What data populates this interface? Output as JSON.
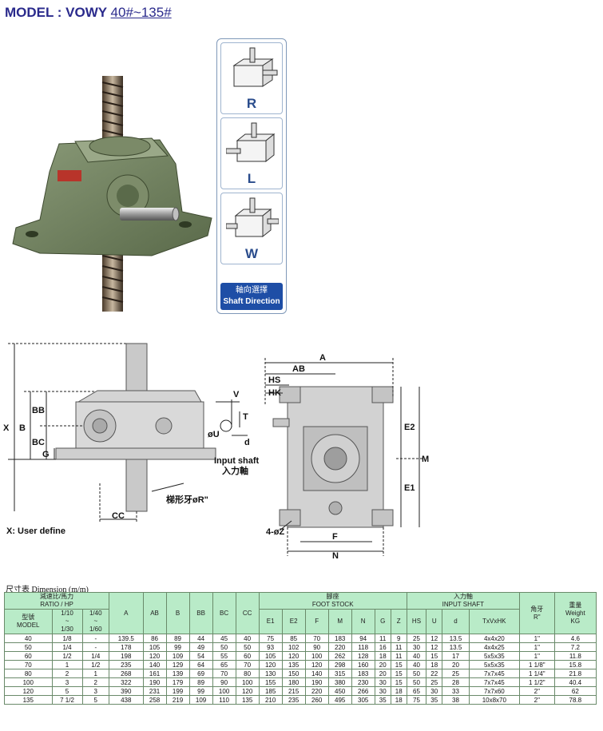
{
  "title": {
    "prefix": "MODEL : VOWY ",
    "range": "40#~135#"
  },
  "shaft_direction": {
    "options": [
      "R",
      "L",
      "W"
    ],
    "footer_cn": "軸向選擇",
    "footer_en": "Shaft Direction"
  },
  "drawing_left": {
    "labels": {
      "X": "X",
      "B": "B",
      "BB": "BB",
      "BC": "BC",
      "G": "G",
      "V": "V",
      "T": "T",
      "U": "øU",
      "d": "d",
      "CC": "CC"
    },
    "input_shaft_en": "Input shaft",
    "input_shaft_cn": "入力軸",
    "trapezoid": "梯形牙øR\"",
    "user_define": "X: User define"
  },
  "drawing_right": {
    "labels": {
      "A": "A",
      "AB": "AB",
      "HS": "HS",
      "HK": "HK",
      "E2": "E2",
      "E1": "E1",
      "M": "M",
      "F": "F",
      "N": "N"
    },
    "hole": "4-øZ"
  },
  "table": {
    "caption": "尺寸表 Dimension (m/m)",
    "header": {
      "ratio_cn": "減速比/馬力",
      "ratio_en": "RATIO  /  HP",
      "model_cn": "型號",
      "model_en": "MODEL",
      "r1_top": "1/10",
      "r1_mid": "~",
      "r1_bot": "1/30",
      "r2_top": "1/40",
      "r2_mid": "~",
      "r2_bot": "1/60",
      "foot_cn": "腳座",
      "foot_en": "FOOT STOCK",
      "input_cn": "入力軸",
      "input_en": "INPUT SHAFT",
      "thread_cn": "角牙",
      "thread_en": "R\"",
      "weight_cn": "重量",
      "weight_en": "Weight",
      "weight_unit": "KG",
      "cols": [
        "A",
        "AB",
        "B",
        "BB",
        "BC",
        "CC"
      ],
      "foot_cols": [
        "E1",
        "E2",
        "F",
        "M",
        "N",
        "G",
        "Z"
      ],
      "input_cols": [
        "HS",
        "U",
        "d",
        "TxVxHK"
      ]
    },
    "rows": [
      [
        "40",
        "1/8",
        "-",
        "139.5",
        "86",
        "89",
        "44",
        "45",
        "40",
        "75",
        "85",
        "70",
        "183",
        "94",
        "11",
        "9",
        "25",
        "12",
        "13.5",
        "4x4x20",
        "1\"",
        "4.6"
      ],
      [
        "50",
        "1/4",
        "-",
        "178",
        "105",
        "99",
        "49",
        "50",
        "50",
        "93",
        "102",
        "90",
        "220",
        "118",
        "16",
        "11",
        "30",
        "12",
        "13.5",
        "4x4x25",
        "1\"",
        "7.2"
      ],
      [
        "60",
        "1/2",
        "1/4",
        "198",
        "120",
        "109",
        "54",
        "55",
        "60",
        "105",
        "120",
        "100",
        "262",
        "128",
        "18",
        "11",
        "40",
        "15",
        "17",
        "5x5x35",
        "1\"",
        "11.8"
      ],
      [
        "70",
        "1",
        "1/2",
        "235",
        "140",
        "129",
        "64",
        "65",
        "70",
        "120",
        "135",
        "120",
        "298",
        "160",
        "20",
        "15",
        "40",
        "18",
        "20",
        "5x5x35",
        "1 1/8\"",
        "15.8"
      ],
      [
        "80",
        "2",
        "1",
        "268",
        "161",
        "139",
        "69",
        "70",
        "80",
        "130",
        "150",
        "140",
        "315",
        "183",
        "20",
        "15",
        "50",
        "22",
        "25",
        "7x7x45",
        "1 1/4\"",
        "21.8"
      ],
      [
        "100",
        "3",
        "2",
        "322",
        "190",
        "179",
        "89",
        "90",
        "100",
        "155",
        "180",
        "190",
        "380",
        "230",
        "30",
        "15",
        "50",
        "25",
        "28",
        "7x7x45",
        "1 1/2\"",
        "40.4"
      ],
      [
        "120",
        "5",
        "3",
        "390",
        "231",
        "199",
        "99",
        "100",
        "120",
        "185",
        "215",
        "220",
        "450",
        "266",
        "30",
        "18",
        "65",
        "30",
        "33",
        "7x7x60",
        "2\"",
        "62"
      ],
      [
        "135",
        "7 1/2",
        "5",
        "438",
        "258",
        "219",
        "109",
        "110",
        "135",
        "210",
        "235",
        "260",
        "495",
        "305",
        "35",
        "18",
        "75",
        "35",
        "38",
        "10x8x70",
        "2\"",
        "78.8"
      ]
    ]
  }
}
